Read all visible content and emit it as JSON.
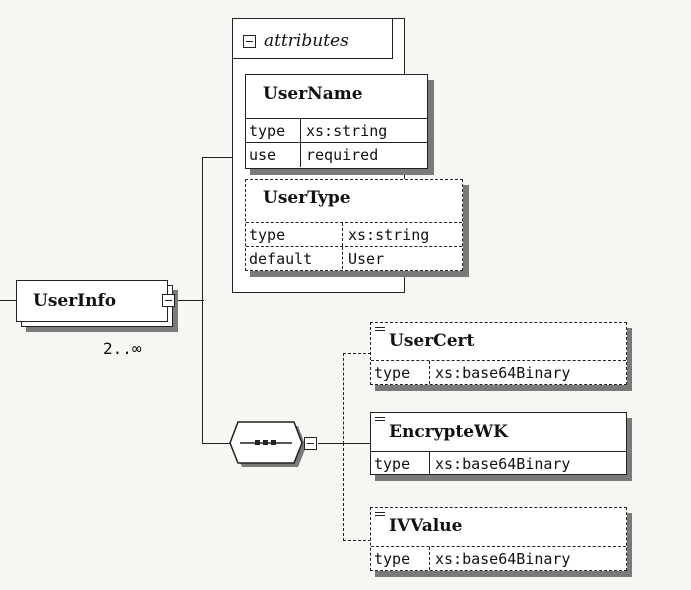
{
  "attributes_group": {
    "label": "attributes"
  },
  "root": {
    "name": "UserInfo",
    "cardinality": "2..∞"
  },
  "attributes": [
    {
      "name": "UserName",
      "optional": false,
      "props": [
        {
          "key": "type",
          "value": "xs:string"
        },
        {
          "key": "use",
          "value": "required"
        }
      ]
    },
    {
      "name": "UserType",
      "optional": true,
      "props": [
        {
          "key": "type",
          "value": "xs:string"
        },
        {
          "key": "default",
          "value": "User"
        }
      ]
    }
  ],
  "sequence": {
    "label": "sequence"
  },
  "children": [
    {
      "name": "UserCert",
      "optional": true,
      "props": [
        {
          "key": "type",
          "value": "xs:base64Binary"
        }
      ]
    },
    {
      "name": "EncrypteWK",
      "optional": false,
      "props": [
        {
          "key": "type",
          "value": "xs:base64Binary"
        }
      ]
    },
    {
      "name": "IVValue",
      "optional": true,
      "props": [
        {
          "key": "type",
          "value": "xs:base64Binary"
        }
      ]
    }
  ]
}
